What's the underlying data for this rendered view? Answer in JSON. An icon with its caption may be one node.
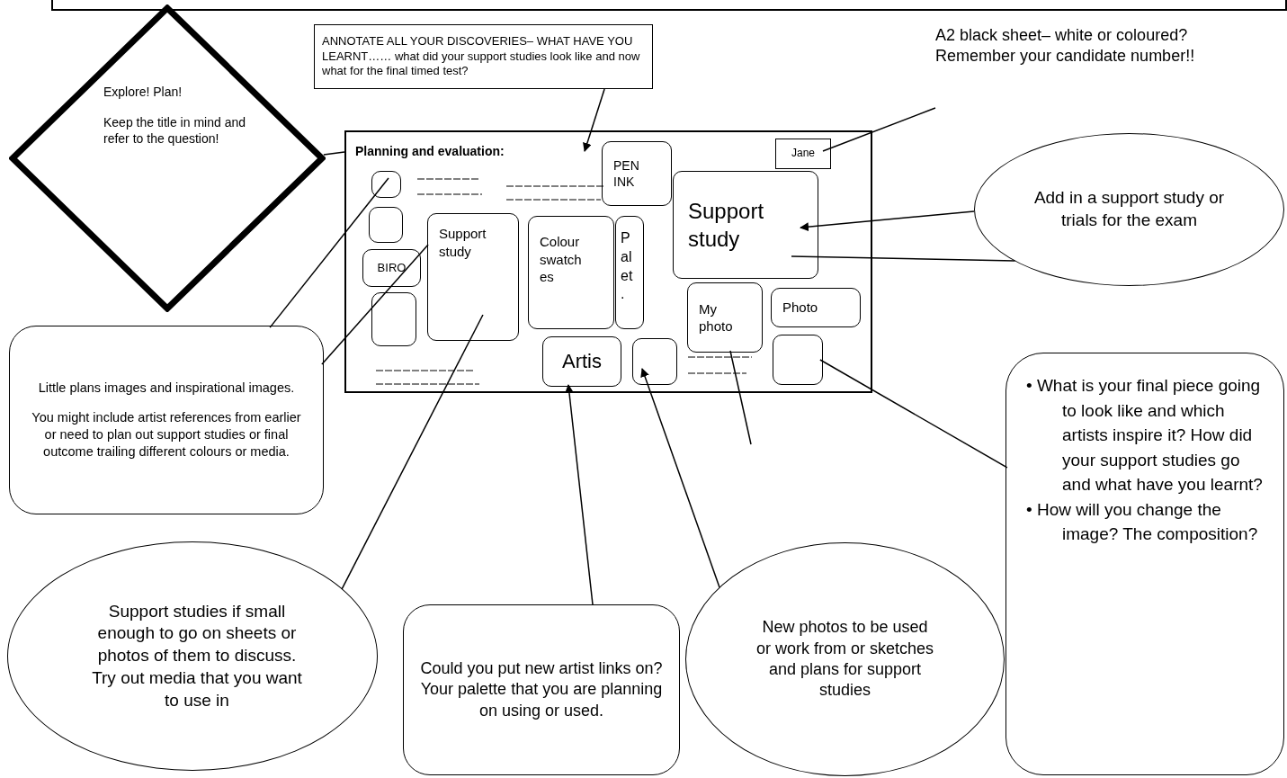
{
  "diagram": {
    "nodes": [
      {
        "text": [
          "Explore! Plan!",
          "Keep the title in mind and refer to the question!"
        ]
      },
      {
        "text": [
          "ANNOTATE ALL YOUR DISCOVERIES– WHAT HAVE YOU LEARNT…… what did your support studies look like and now what for the final timed test?"
        ]
      },
      {
        "text": [
          "A2 black sheet– white or coloured?  Remember your candidate number!!"
        ]
      },
      {
        "text": [
          "Planning and evaluation:"
        ]
      },
      {
        "text": [],
        "shape": "box",
        "in": 3
      },
      {
        "text": [],
        "shape": "box",
        "in": 3
      },
      {
        "text": [
          "BIRO"
        ],
        "in": 3
      },
      {
        "text": [],
        "shape": "box",
        "in": 3
      },
      {
        "text": [
          "Support study"
        ],
        "in": 3
      },
      {
        "text": [
          "Colour swatch es"
        ],
        "in": 3
      },
      {
        "text": [
          "P al et ."
        ],
        "in": 3
      },
      {
        "text": [
          "PEN INK"
        ],
        "in": 3
      },
      {
        "text": [
          "Jane"
        ],
        "in": 3
      },
      {
        "text": [
          "Support study"
        ],
        "in": 3
      },
      {
        "text": [
          "My photo"
        ],
        "in": 3
      },
      {
        "text": [
          "Photo"
        ],
        "in": 3
      },
      {
        "text": [
          "Artis"
        ],
        "in": 3
      },
      {
        "text": [],
        "shape": "box",
        "in": 3
      },
      {
        "text": [],
        "shape": "box",
        "in": 3
      },
      {
        "text": [
          "Little plans images and inspirational images.",
          "You might include artist references from earlier or need to plan out support studies or final outcome trailing different colours or media."
        ]
      },
      {
        "text": [
          "Support studies if small enough to go on sheets or photos of them to discuss. Try out media that you want to use in"
        ]
      },
      {
        "text": [
          "Could you put new artist links on? Your palette that you are planning on using or used."
        ]
      },
      {
        "text": [
          "New photos to be used or work from or sketches and plans for support studies"
        ]
      },
      {
        "text": [
          "• What is your final piece going to look like and which artists inspire it? How did your support studies go and what have you learnt?",
          "• How will you change the image? The composition?"
        ]
      },
      {
        "text": [
          "Add in a support study or trials for the exam"
        ]
      }
    ],
    "edges": [
      {
        "from": 0,
        "to": 3,
        "arrow": "none"
      },
      {
        "from": 1,
        "to": 3,
        "arrow": "to"
      },
      {
        "from": 2,
        "to": 12,
        "arrow": "none"
      },
      {
        "from": 19,
        "to": 4,
        "arrow": "none"
      },
      {
        "from": 19,
        "to": 8,
        "arrow": "none"
      },
      {
        "from": 20,
        "to": 8,
        "arrow": "none"
      },
      {
        "from": 21,
        "to": 16,
        "arrow": "to"
      },
      {
        "from": 22,
        "to": 17,
        "arrow": "to"
      },
      {
        "from": 14,
        "to": null,
        "arrow": "none"
      },
      {
        "from": 23,
        "to": 18,
        "arrow": "none"
      },
      {
        "from": 24,
        "to": 13,
        "arrow": "to"
      },
      {
        "from": 24,
        "to": 13,
        "arrow": "none"
      }
    ]
  }
}
